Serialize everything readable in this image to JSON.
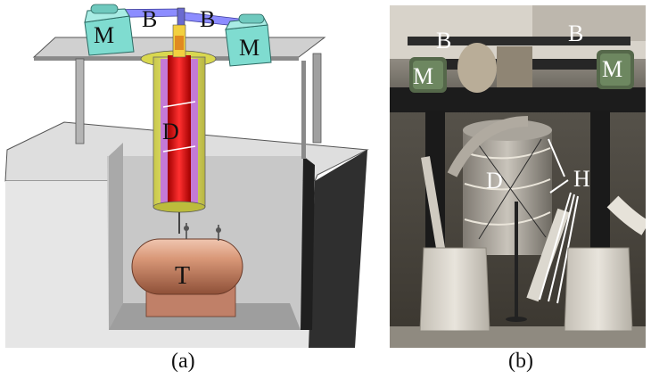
{
  "figure": {
    "panel_a": {
      "caption": "(a)",
      "labels": {
        "motor_left": "M",
        "motor_right": "M",
        "belt_left": "B",
        "belt_right": "B",
        "drum": "D",
        "tank": "T"
      }
    },
    "panel_b": {
      "caption": "(b)",
      "labels": {
        "belt_left": "B",
        "belt_right": "B",
        "motor_left": "M",
        "motor_right": "M",
        "drum": "D",
        "heater": "H"
      }
    }
  },
  "colors": {
    "structure_gray": "#d8d8d8",
    "pit_gray": "#bfbfbf",
    "motor_cyan": "#7fdcd0",
    "drum_yellow": "#e9e86a",
    "drum_red": "#e02020",
    "tank_copper": "#c98a6c",
    "belt_blue": "#8c8cff"
  }
}
